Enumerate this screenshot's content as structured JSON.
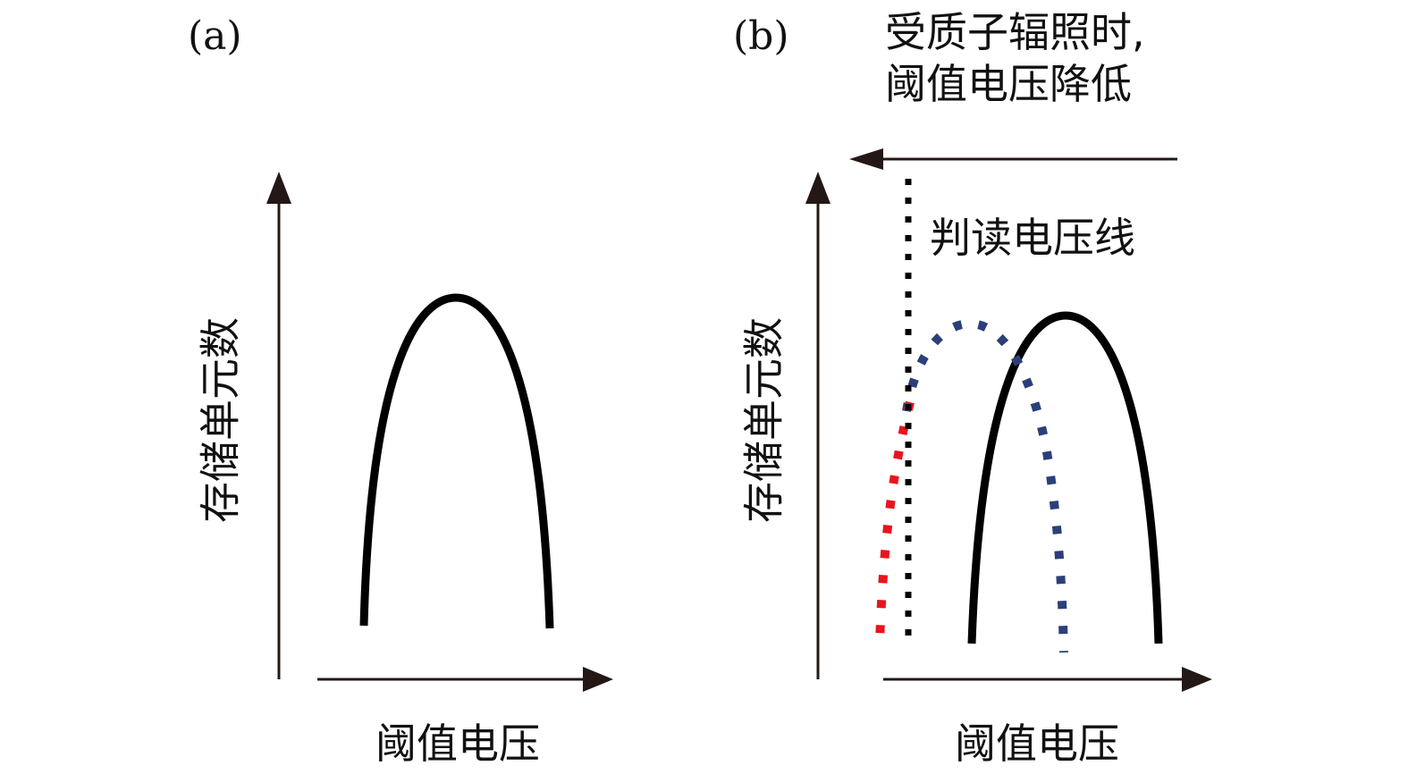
{
  "panel_a": {
    "label": "(a)",
    "y_axis_label": "存储单元数",
    "x_axis_label": "阈值电压"
  },
  "panel_b": {
    "label": "(b)",
    "note_line1": "受质子辐照时,",
    "note_line2": "阈值电压降低",
    "read_voltage_label": "判读电压线",
    "y_axis_label": "存储单元数",
    "x_axis_label": "阈值电压"
  },
  "colors": {
    "axis": "#231815",
    "original_curve": "#000000",
    "shifted_curve": "#2b3f7a",
    "error_region": "#e8141e",
    "read_line": "#000000"
  }
}
